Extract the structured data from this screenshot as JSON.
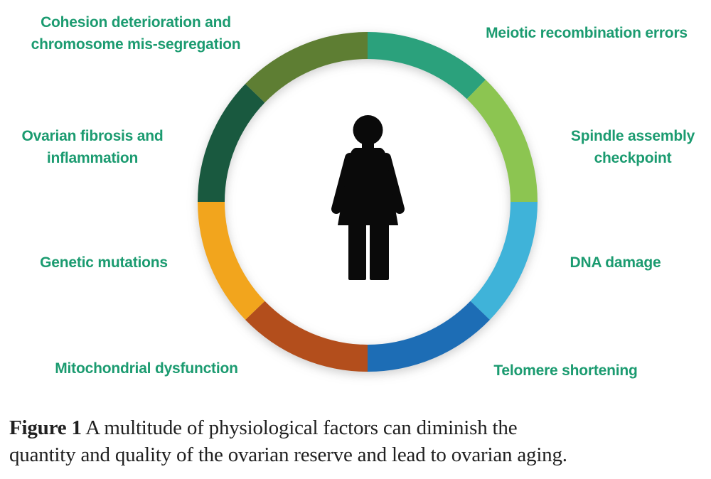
{
  "figure": {
    "background": "#ffffff",
    "accent_text_color": "#1B9B70",
    "caption_text_color": "#212121",
    "caption": {
      "label": "Figure 1",
      "line1": "A multitude of physiological factors can diminish the",
      "line2": "quantity and quality of the ovarian reserve and lead to ovarian aging."
    }
  },
  "diagram": {
    "type": "segmented-ring",
    "center_icon": "woman-pictogram",
    "icon_color": "#0A0A0A",
    "segments": [
      {
        "id": "meiotic-recombination-errors",
        "color": "#2BA17C",
        "start_deg": 0,
        "end_deg": 44,
        "label_lines": [
          "Meiotic recombination errors"
        ]
      },
      {
        "id": "spindle-assembly-checkpoint",
        "color": "#8CC551",
        "start_deg": 44,
        "end_deg": 90,
        "label_lines": [
          "Spindle assembly",
          "checkpoint"
        ]
      },
      {
        "id": "dna-damage",
        "color": "#3FB3D9",
        "start_deg": 90,
        "end_deg": 134,
        "label_lines": [
          "DNA damage"
        ]
      },
      {
        "id": "telomere-shortening",
        "color": "#1D6DB5",
        "start_deg": 134,
        "end_deg": 180,
        "label_lines": [
          "Telomere shortening"
        ]
      },
      {
        "id": "mitochondrial-dysfunction",
        "color": "#B34E1C",
        "start_deg": 180,
        "end_deg": 226,
        "label_lines": [
          "Mitochondrial dysfunction"
        ]
      },
      {
        "id": "genetic-mutations",
        "color": "#F2A51D",
        "start_deg": 226,
        "end_deg": 270,
        "label_lines": [
          "Genetic mutations"
        ]
      },
      {
        "id": "ovarian-fibrosis-inflammation",
        "color": "#19593F",
        "start_deg": 270,
        "end_deg": 314,
        "label_lines": [
          "Ovarian fibrosis and",
          "inflammation"
        ]
      },
      {
        "id": "cohesion-deterioration",
        "color": "#5E7E33",
        "start_deg": 314,
        "end_deg": 360,
        "label_lines": [
          "Cohesion deterioration and",
          "chromosome mis-segregation"
        ]
      }
    ]
  }
}
